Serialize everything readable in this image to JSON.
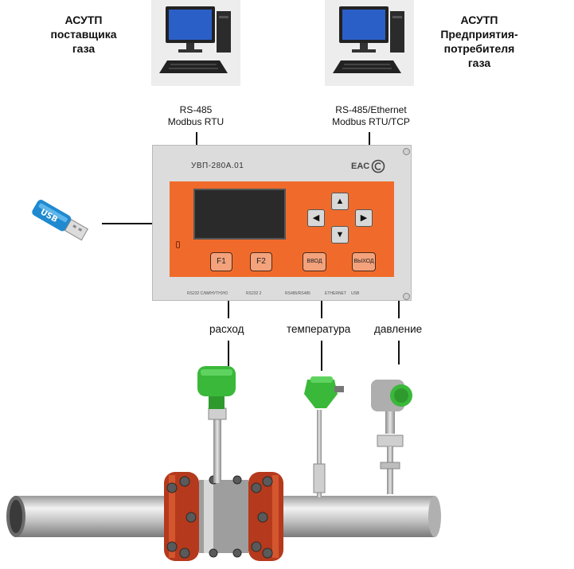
{
  "supplier_system": {
    "line1": "АСУТП",
    "line2": "поставщика",
    "line3": "газа"
  },
  "consumer_system": {
    "line1": "АСУТП",
    "line2": "Предприятия-",
    "line3": "потребителя",
    "line4": "газа"
  },
  "left_interface": {
    "line1": "RS-485",
    "line2": "Modbus RTU"
  },
  "right_interface": {
    "line1": "RS-485/Ethernet",
    "line2": "Modbus RTU/TCP"
  },
  "device": {
    "model": "УВП-280А.01",
    "cert_mark": "EAC",
    "keys": {
      "f1": "F1",
      "f2": "F2",
      "enter": "ВВОД",
      "exit": "ВЫХОД"
    },
    "arrows": {
      "up": "▲",
      "down": "▼",
      "left": "◀",
      "right": "▶"
    },
    "ports": [
      "RS232 С/МИНУТНУЮ",
      "RS232 2",
      "RS485/RS485",
      "ETHERNET",
      "USB"
    ]
  },
  "signals": {
    "flow": "расход",
    "temperature": "температура",
    "pressure": "давление"
  },
  "usb_label": "USB",
  "colors": {
    "panel_orange": "#f06b2b",
    "sensor_green": "#3ab83a",
    "flange_red": "#b5391c"
  }
}
